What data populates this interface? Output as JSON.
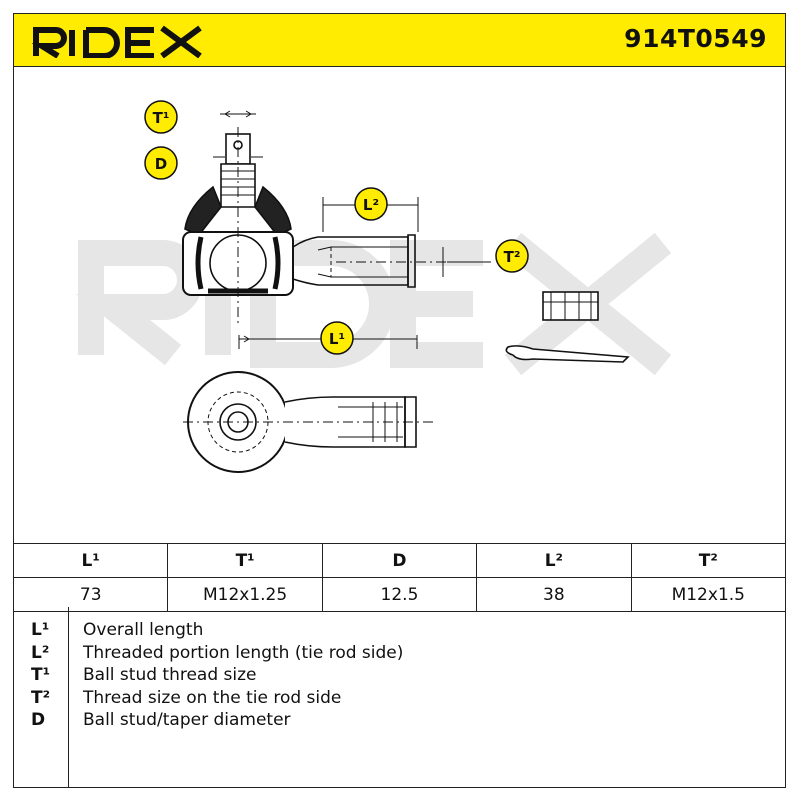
{
  "brand": {
    "logo_text": "RIDEX",
    "accent_color": "#ffec00",
    "watermark_text": "RIDEX"
  },
  "part_number": "914T0549",
  "diagram": {
    "labels": {
      "t1": "T¹",
      "d": "D",
      "l2": "L²",
      "t2": "T²",
      "l1": "L¹"
    }
  },
  "dimensions_table": {
    "headers": [
      "L¹",
      "T¹",
      "D",
      "L²",
      "T²"
    ],
    "values": [
      "73",
      "M12x1.25",
      "12.5",
      "38",
      "M12x1.5"
    ]
  },
  "legend": [
    {
      "symbol": "L¹",
      "description": "Overall length"
    },
    {
      "symbol": "L²",
      "description": "Threaded portion length (tie rod side)"
    },
    {
      "symbol": "T¹",
      "description": "Ball stud thread size"
    },
    {
      "symbol": "T²",
      "description": "Thread size on the tie rod side"
    },
    {
      "symbol": "D",
      "description": "Ball stud/taper diameter"
    }
  ]
}
